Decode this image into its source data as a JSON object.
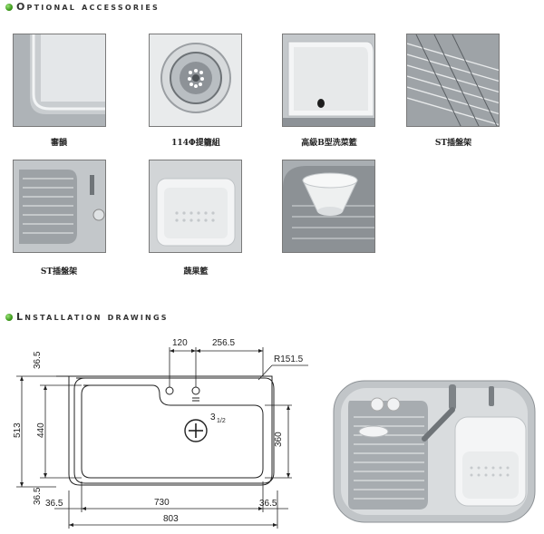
{
  "sections": {
    "accessories_title": "Optional accessories",
    "installation_title": "Lnstallation drawings"
  },
  "accessories": [
    {
      "label": "審韻"
    },
    {
      "label": "114Φ提籠組"
    },
    {
      "label": "高級B型洗菜籃"
    },
    {
      "label": "ST插盤架"
    },
    {
      "label": "ST插盤架"
    },
    {
      "label": "蔬果籃"
    },
    {
      "label": ""
    }
  ],
  "drawing": {
    "dim_120": "120",
    "dim_256_5": "256.5",
    "dim_r151_5": "R151.5",
    "dim_36_5_top": "36.5",
    "dim_513": "513",
    "dim_440": "440",
    "dim_360": "360",
    "drain_label": "3",
    "drain_sub": "1/2",
    "dim_36_5_bottom": "36.5",
    "dim_36_5_left": "36.5",
    "dim_36_5_right": "36.5",
    "dim_730": "730",
    "dim_803": "803"
  }
}
